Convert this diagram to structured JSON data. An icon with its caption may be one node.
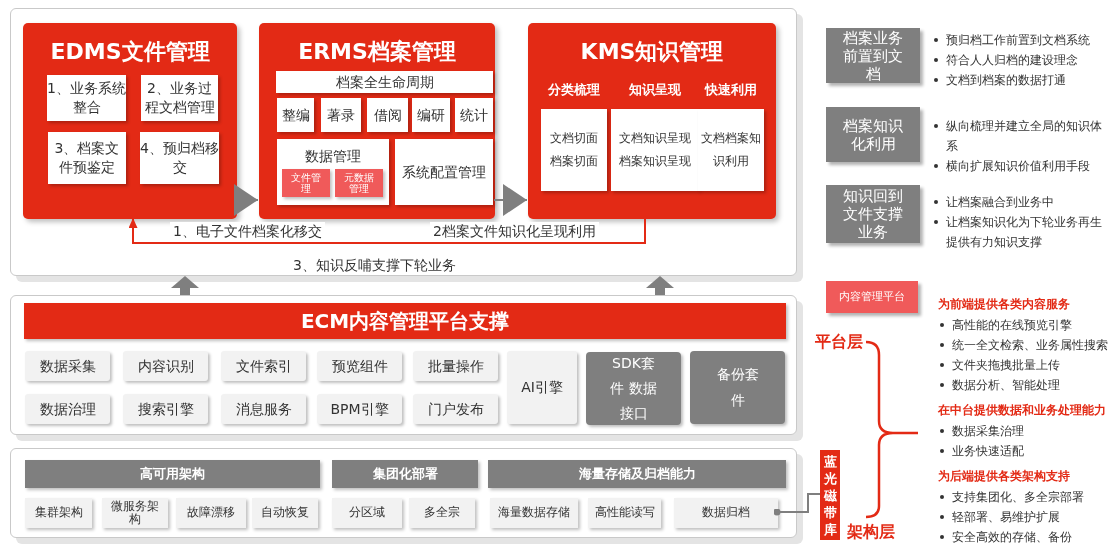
{
  "diagram": {
    "nodes": [
      {
        "text": [],
        "shape": "box"
      },
      {
        "text": [
          "EDMS文件管理"
        ],
        "in": 0
      },
      {
        "text": [
          "1、业务系统整合"
        ],
        "in": 1
      },
      {
        "text": [
          "2、业务过程文档管理"
        ],
        "in": 1
      },
      {
        "text": [
          "3、档案文件预鉴定"
        ],
        "in": 1
      },
      {
        "text": [
          "4、预归档移交"
        ],
        "in": 1
      },
      {
        "text": [
          "ERMS档案管理"
        ],
        "in": 0
      },
      {
        "text": [
          "档案全生命周期"
        ],
        "in": 6
      },
      {
        "text": [
          "整编"
        ],
        "in": 6
      },
      {
        "text": [
          "著录"
        ],
        "in": 6
      },
      {
        "text": [
          "借阅"
        ],
        "in": 6
      },
      {
        "text": [
          "编研"
        ],
        "in": 6
      },
      {
        "text": [
          "统计"
        ],
        "in": 6
      },
      {
        "text": [
          "数据管理"
        ],
        "in": 6
      },
      {
        "text": [
          "文件管理"
        ],
        "in": 13
      },
      {
        "text": [
          "元数据管理"
        ],
        "in": 13
      },
      {
        "text": [
          "系统配置管理"
        ],
        "in": 6
      },
      {
        "text": [
          "KMS知识管理"
        ],
        "in": 0
      },
      {
        "text": [
          "分类梳理",
          "文档切面",
          "档案切面"
        ],
        "in": 17
      },
      {
        "text": [
          "知识呈现",
          "文档知识呈现",
          "档案知识呈现"
        ],
        "in": 17
      },
      {
        "text": [
          "快速利用",
          "文档档案知识利用"
        ],
        "in": 17
      },
      {
        "text": [
          "ECM内容管理平台支撑"
        ]
      },
      {
        "text": [
          "数据采集"
        ],
        "in": 21
      },
      {
        "text": [
          "内容识别"
        ],
        "in": 21
      },
      {
        "text": [
          "文件索引"
        ],
        "in": 21
      },
      {
        "text": [
          "预览组件"
        ],
        "in": 21
      },
      {
        "text": [
          "批量操作"
        ],
        "in": 21
      },
      {
        "text": [
          "数据治理"
        ],
        "in": 21
      },
      {
        "text": [
          "搜索引擎"
        ],
        "in": 21
      },
      {
        "text": [
          "消息服务"
        ],
        "in": 21
      },
      {
        "text": [
          "BPM引擎"
        ],
        "in": 21
      },
      {
        "text": [
          "门户发布"
        ],
        "in": 21
      },
      {
        "text": [
          "AI引擎"
        ],
        "in": 21
      },
      {
        "text": [
          "SDK套件 数据接口"
        ],
        "in": 21
      },
      {
        "text": [
          "备份套件"
        ],
        "in": 21
      },
      {
        "text": [],
        "shape": "box"
      },
      {
        "text": [
          "高可用架构"
        ],
        "in": 35
      },
      {
        "text": [
          "集群架构"
        ],
        "in": 35
      },
      {
        "text": [
          "微服务架构"
        ],
        "in": 35
      },
      {
        "text": [
          "故障漂移"
        ],
        "in": 35
      },
      {
        "text": [
          "自动恢复"
        ],
        "in": 35
      },
      {
        "text": [
          "集团化部署"
        ],
        "in": 35
      },
      {
        "text": [
          "分区域"
        ],
        "in": 35
      },
      {
        "text": [
          "多全宗"
        ],
        "in": 35
      },
      {
        "text": [
          "海量存储及归档能力"
        ],
        "in": 35
      },
      {
        "text": [
          "海量数据存储"
        ],
        "in": 35
      },
      {
        "text": [
          "高性能读写"
        ],
        "in": 35
      },
      {
        "text": [
          "数据归档"
        ],
        "in": 35
      },
      {
        "text": [
          "蓝光磁带库"
        ]
      },
      {
        "text": [
          "档案业务前置到文档"
        ],
        "beside": [
          "预归档工作前置到文档系统",
          "符合人人归档的建设理念",
          "文档到档案的数据打通"
        ]
      },
      {
        "text": [
          "档案知识化利用"
        ],
        "beside": [
          "纵向梳理并建立全局的知识体系",
          "横向扩展知识价值利用手段"
        ]
      },
      {
        "text": [
          "知识回到文件支撑业务"
        ],
        "beside": [
          "让档案融合到业务中",
          "让档案知识化为下轮业务再生提供有力知识支撑"
        ]
      },
      {
        "text": [
          "内容管理平台"
        ]
      }
    ],
    "edges": [
      {
        "from": 1,
        "to": 6,
        "arrow": "to"
      },
      {
        "from": 6,
        "to": 17,
        "arrow": "to"
      },
      {
        "from": 17,
        "to": 1,
        "arrow": "to",
        "label": "3、知识反哺支撑下轮业务",
        "color": "#e32a15"
      },
      {
        "from": 21,
        "to": 0,
        "arrow": "to",
        "style": "thick"
      },
      {
        "from": 21,
        "to": 0,
        "arrow": "to",
        "style": "thick"
      },
      {
        "from": 47,
        "to": 48,
        "arrow": "other"
      }
    ],
    "labels": [
      "1、电子文件档案化移交",
      "2档案文件知识化呈现利用",
      "平台层",
      "架构层",
      "为前端提供各类内容服务",
      "高性能的在线预览引擎",
      "统一全文检索、业务属性搜索",
      "文件夹拖拽批量上传",
      "数据分析、智能处理",
      "在中台提供数据和业务处理能力",
      "数据采集治理",
      "业务快速适配",
      "为后端提供各类架构支持",
      "支持集团化、多全宗部署",
      "轻部署、易维护扩展",
      "安全高效的存储、备份"
    ]
  }
}
